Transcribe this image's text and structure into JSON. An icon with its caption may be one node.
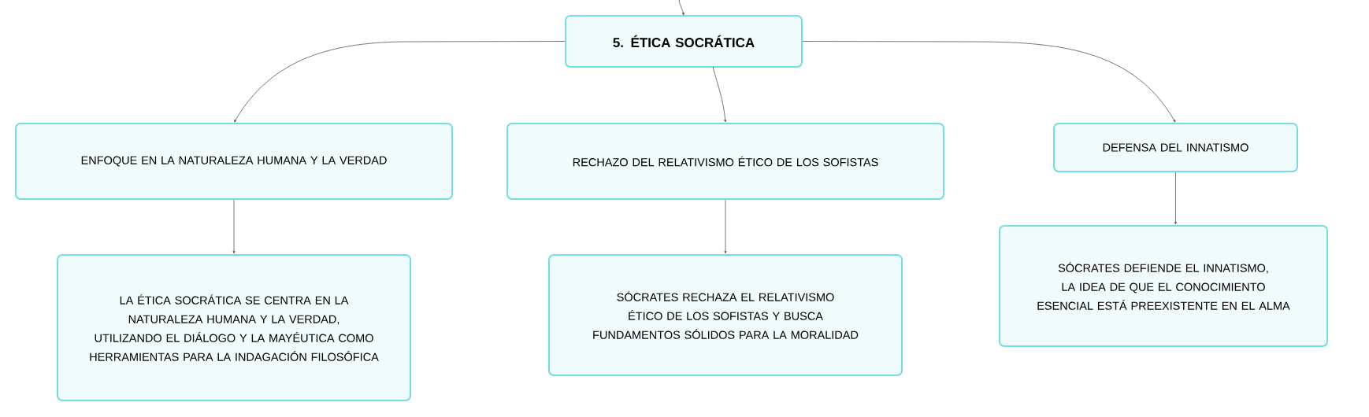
{
  "diagram": {
    "nodes": [
      {
        "text": [
          "5. ÉTICA SOCRÁTICA"
        ]
      },
      {
        "text": [
          "ENFOQUE EN LA NATURALEZA HUMANA Y LA VERDAD"
        ]
      },
      {
        "text": [
          "LA ÉTICA SOCRÁTICA SE CENTRA EN LA NATURALEZA HUMANA Y LA VERDAD, UTILIZANDO EL DIÁLOGO Y LA MAYÉUTICA COMO HERRAMIENTAS PARA LA INDAGACIÓN FILOSÓFICA"
        ]
      },
      {
        "text": [
          "RECHAZO DEL RELATIVISMO ÉTICO DE LOS SOFISTAS"
        ]
      },
      {
        "text": [
          "SÓCRATES RECHAZA EL RELATIVISMO ÉTICO DE LOS SOFISTAS Y BUSCA FUNDAMENTOS SÓLIDOS PARA LA MORALIDAD"
        ]
      },
      {
        "text": [
          "DEFENSA DEL INNATISMO"
        ]
      },
      {
        "text": [
          "SÓCRATES DEFIENDE EL INNATISMO, LA IDEA DE QUE EL CONOCIMIENTO ESENCIAL ESTÁ PREEXISTENTE EN EL ALMA"
        ]
      }
    ],
    "edges": [
      {
        "from": null,
        "to": 0,
        "arrow": "to"
      },
      {
        "from": 0,
        "to": 1,
        "arrow": "to"
      },
      {
        "from": 0,
        "to": 3,
        "arrow": "to"
      },
      {
        "from": 0,
        "to": 5,
        "arrow": "to"
      },
      {
        "from": 1,
        "to": 2,
        "arrow": "to"
      },
      {
        "from": 3,
        "to": 4,
        "arrow": "to"
      },
      {
        "from": 5,
        "to": 6,
        "arrow": "to"
      }
    ]
  }
}
